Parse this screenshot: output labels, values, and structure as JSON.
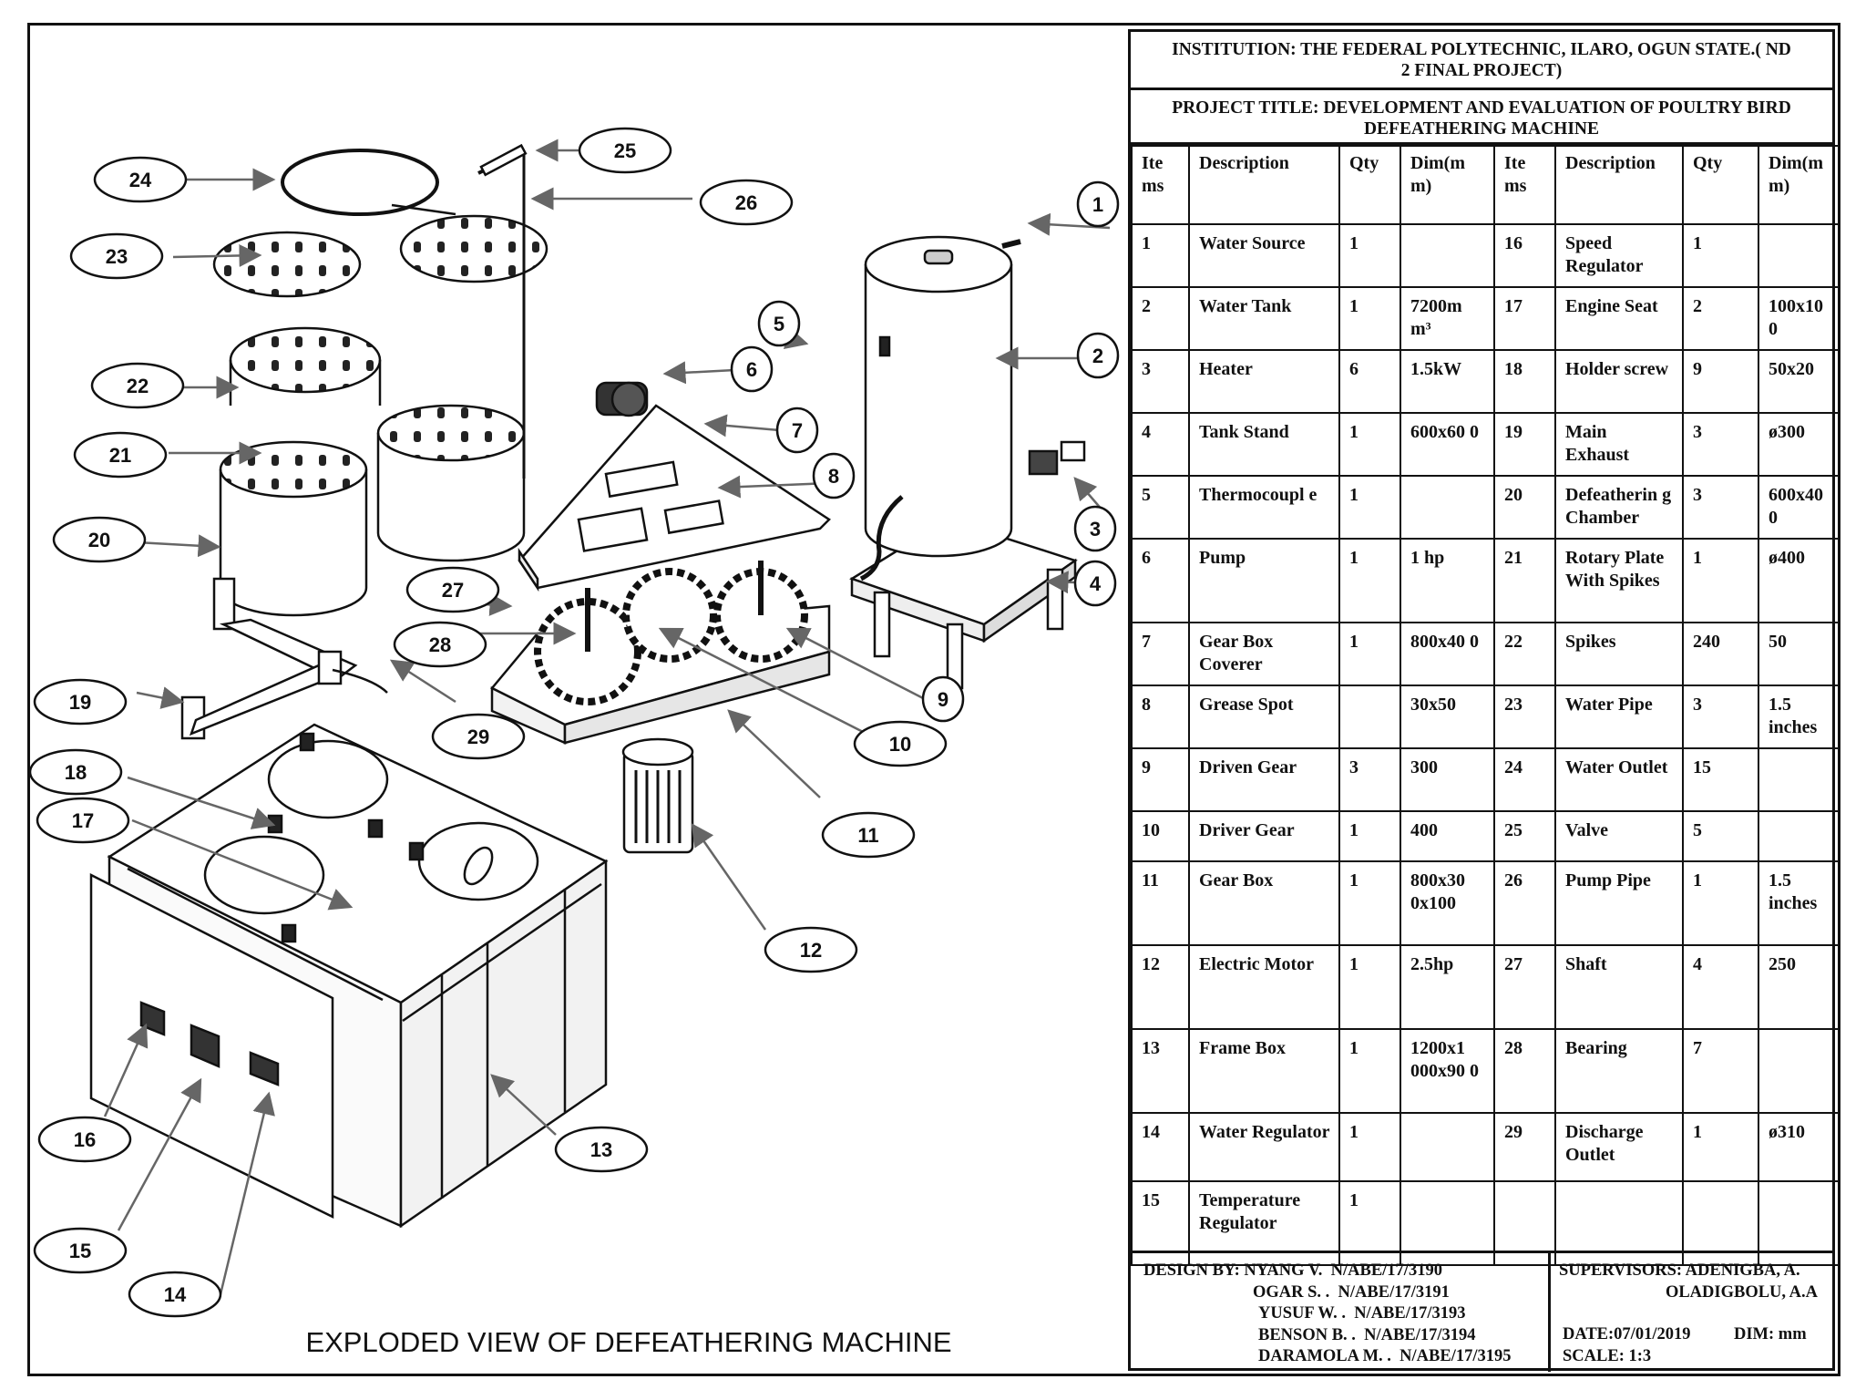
{
  "caption": "EXPLODED VIEW OF DEFEATHERING MACHINE",
  "institution": "INSTITUTION: THE FEDERAL POLYTECHNIC, ILARO, OGUN STATE.( ND 2 FINAL PROJECT)",
  "project_title": "PROJECT TITLE: DEVELOPMENT AND EVALUATION OF POULTRY BIRD DEFEATHERING MACHINE",
  "table_headers": [
    "Ite ms",
    "Description",
    "Qty",
    "Dim(m m)",
    "Ite ms",
    "Description",
    "Qty",
    "Dim(m m)"
  ],
  "rows": [
    [
      "1",
      "Water Source",
      "1",
      "",
      "16",
      "Speed Regulator",
      "1",
      ""
    ],
    [
      "2",
      "Water Tank",
      "1",
      "7200m m³",
      "17",
      "Engine Seat",
      "2",
      "100x10 0"
    ],
    [
      "3",
      "Heater",
      "6",
      "1.5kW",
      "18",
      "Holder screw",
      "9",
      "50x20"
    ],
    [
      "4",
      "Tank Stand",
      "1",
      "600x60 0",
      "19",
      "Main Exhaust",
      "3",
      "ø300"
    ],
    [
      "5",
      "Thermocoupl e",
      "1",
      "",
      "20",
      "Defeatherin g Chamber",
      "3",
      "600x40 0"
    ],
    [
      "6",
      "Pump",
      "1",
      "1 hp",
      "21",
      "Rotary Plate With Spikes",
      "1",
      "ø400"
    ],
    [
      "7",
      "Gear Box Coverer",
      "1",
      "800x40 0",
      "22",
      "Spikes",
      "240",
      "50"
    ],
    [
      "8",
      "Grease  Spot",
      "",
      "30x50",
      "23",
      "Water Pipe",
      "3",
      "1.5 inches"
    ],
    [
      "9",
      "Driven Gear",
      "3",
      "300",
      "24",
      "Water Outlet",
      "15",
      ""
    ],
    [
      "10",
      "Driver Gear",
      "1",
      "400",
      "25",
      "Valve",
      "5",
      ""
    ],
    [
      "11",
      "Gear Box",
      "1",
      "800x30 0x100",
      "26",
      "Pump Pipe",
      "1",
      "1.5 inches"
    ],
    [
      "12",
      "Electric Motor",
      "1",
      "2.5hp",
      "27",
      "Shaft",
      "4",
      "250"
    ],
    [
      "13",
      "Frame Box",
      "1",
      "1200x1 000x90 0",
      "28",
      "Bearing",
      "7",
      ""
    ],
    [
      "14",
      "Water Regulator",
      "1",
      "",
      "29",
      "Discharge Outlet",
      "1",
      "ø310"
    ],
    [
      "15",
      "Temperature Regulator",
      "1",
      "",
      "",
      "",
      "",
      ""
    ]
  ],
  "design_by": [
    "DESIGN BY: NYANG V.  N/ABE/17/3190",
    "OGAR S. .  N/ABE/17/3191",
    "YUSUF W. .  N/ABE/17/3193",
    "BENSON B. .  N/ABE/17/3194",
    "DARAMOLA M. .  N/ABE/17/3195"
  ],
  "supervisors_1": "SUPERVISORS:  ADENIGBA, A.",
  "supervisors_2": "OLADIGBOLU, A.A",
  "date": "DATE:07/01/2019",
  "dim": "DIM: mm",
  "scale": "SCALE: 1:3",
  "callouts": [
    "1",
    "2",
    "3",
    "4",
    "5",
    "6",
    "7",
    "8",
    "9",
    "10",
    "11",
    "12",
    "13",
    "14",
    "15",
    "16",
    "17",
    "18",
    "19",
    "20",
    "21",
    "22",
    "23",
    "24",
    "25",
    "26",
    "27",
    "28",
    "29"
  ]
}
